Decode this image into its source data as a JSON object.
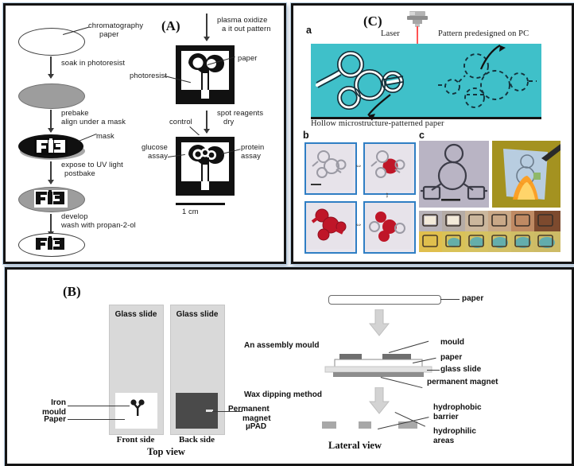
{
  "figure": {
    "panels": [
      "A",
      "B",
      "C"
    ]
  },
  "panel_a": {
    "letter": "(A)",
    "left_column": {
      "steps": [
        {
          "label": "chromatography\npaper",
          "shape": "ellipse-outline"
        },
        {
          "label": "soak in photoresist",
          "shape": "arrow"
        },
        {
          "label": "",
          "shape": "ellipse-grey"
        },
        {
          "label": "prebake\nalign under a mask",
          "shape": "arrow"
        },
        {
          "label": "mask",
          "shape": "ellipse-dark-with-chip"
        },
        {
          "label": "expose to UV light\npostbake",
          "shape": "arrow"
        },
        {
          "label": "",
          "shape": "ellipse-grey-with-chip"
        },
        {
          "label": "develop\nwash with propan-2-ol",
          "shape": "arrow"
        },
        {
          "label": "",
          "shape": "ellipse-outline-with-chip"
        }
      ],
      "l1": "chromatography",
      "l1b": "paper",
      "l2": "soak in photoresist",
      "l3": "prebake",
      "l3b": "align under a mask",
      "l4": "mask",
      "l5": "expose to UV light",
      "l5b": "postbake",
      "l6": "develop",
      "l6b": "wash with propan-2-ol"
    },
    "right_column": {
      "r1": "plasma oxidize",
      "r1b": "a it out pattern",
      "r2": "paper",
      "r3": "photoresist",
      "r4": "spot reagents",
      "r4b": "dry",
      "r5": "control",
      "r6": "glucose",
      "r6b": "assay",
      "r7": "protein",
      "r7b": "assay",
      "scale": "1 cm"
    }
  },
  "panel_c": {
    "letter": "(C)",
    "sub_a": "a",
    "sub_b": "b",
    "sub_c": "c",
    "laser_label": "Laser",
    "pattern_label": "Pattern predesigned on PC",
    "hollow_label": "Hollow microstructure-patterned paper",
    "field_color": "#3fc0c9",
    "beam_color": "#ff3b3b",
    "frame_color": "#2f7ec4"
  },
  "panel_b": {
    "letter": "(B)",
    "top_view": {
      "glass_slide_front": "Glass slide",
      "glass_slide_back": "Glass slide",
      "iron_mould": "Iron\nmould",
      "iron_mould_l1": "Iron",
      "iron_mould_l2": "mould",
      "paper": "Paper",
      "permanent_magnet_l1": "Permanent",
      "permanent_magnet_l2": "magnet",
      "front_side": "Front side",
      "back_side": "Back side",
      "caption": "Top view"
    },
    "lateral_view": {
      "paper": "paper",
      "assembly_mould": "An assembly mould",
      "mould": "mould",
      "paper2": "paper",
      "glass_slide": "glass slide",
      "permanent_magnet": "permanent magnet",
      "wax_dipping": "Wax dipping method",
      "upad": "µPAD",
      "hydrophobic_l1": "hydrophobic",
      "hydrophobic_l2": "barrier",
      "hydrophilic_l1": "hydrophilic",
      "hydrophilic_l2": "areas",
      "caption": "Lateral view"
    }
  }
}
